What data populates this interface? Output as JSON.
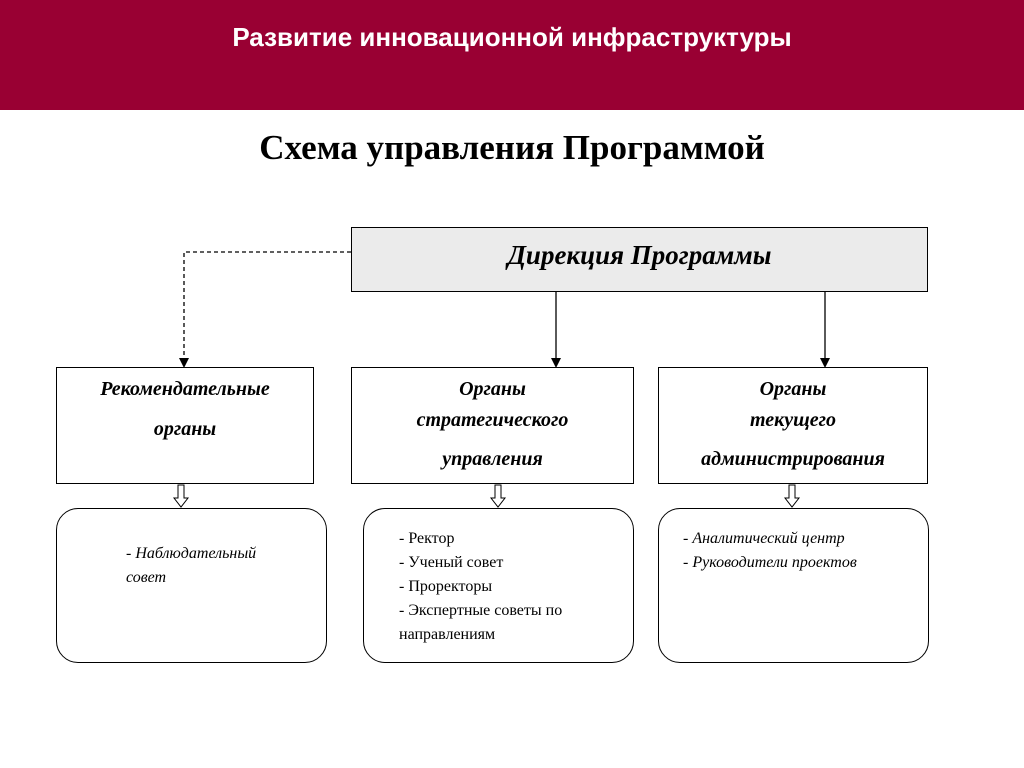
{
  "header": {
    "title": "Развитие инновационной инфраструктуры"
  },
  "page_title": "Схема управления Программой",
  "diagram": {
    "top_node": {
      "label": "Дирекция Программы"
    },
    "branches": [
      {
        "title_lines": [
          "Рекомендательные",
          "органы"
        ],
        "items": [
          "- Наблюдательный",
          "совет"
        ],
        "items_italic": true,
        "connector": "dashed"
      },
      {
        "title_lines": [
          "Органы",
          "стратегического",
          "управления"
        ],
        "items": [
          "- Ректор",
          "- Ученый совет",
          "- Проректоры",
          "- Экспертные советы по",
          "направлениям"
        ],
        "items_italic": false,
        "connector": "solid"
      },
      {
        "title_lines": [
          "Органы",
          "текущего",
          "администрирования"
        ],
        "items": [
          "- Аналитический центр",
          "- Руководители проектов"
        ],
        "items_italic": true,
        "connector": "solid"
      }
    ],
    "colors": {
      "header": "#990033",
      "top_node_fill": "#ebebeb"
    }
  }
}
